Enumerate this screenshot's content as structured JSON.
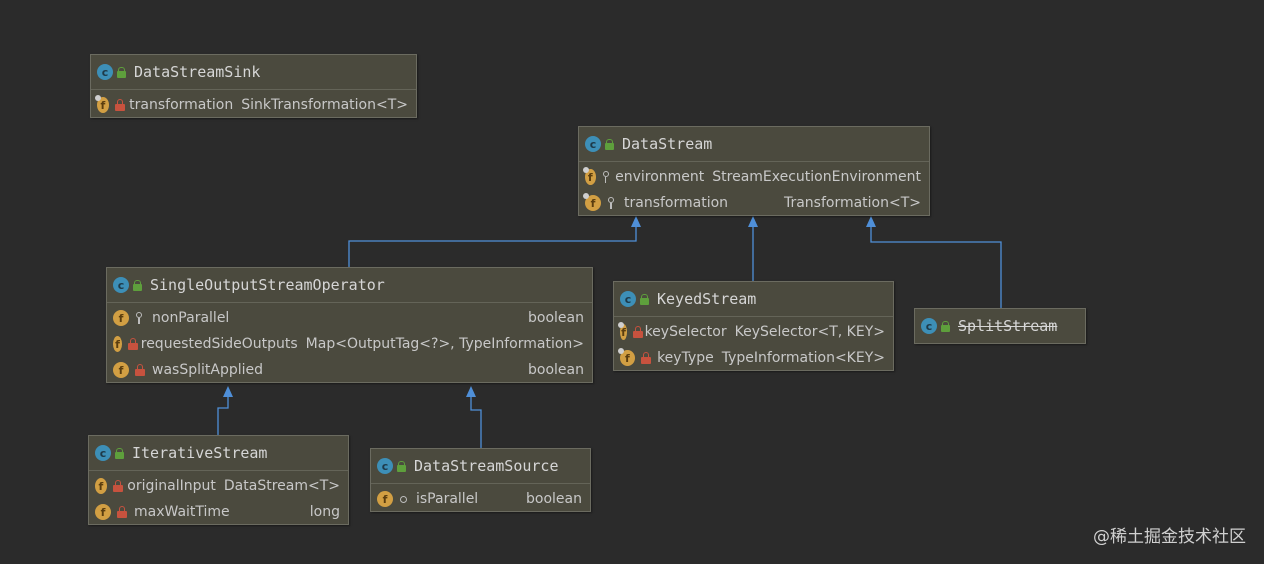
{
  "diagram": {
    "classes": {
      "data_stream_sink": {
        "name": "DataStreamSink",
        "fields": [
          {
            "name": "transformation",
            "type": "SinkTransformation<T>",
            "visibility": "private"
          }
        ]
      },
      "data_stream": {
        "name": "DataStream",
        "fields": [
          {
            "name": "environment",
            "type": "StreamExecutionEnvironment",
            "visibility": "protected"
          },
          {
            "name": "transformation",
            "type": "Transformation<T>",
            "visibility": "protected"
          }
        ]
      },
      "single_output_stream_operator": {
        "name": "SingleOutputStreamOperator",
        "fields": [
          {
            "name": "nonParallel",
            "type": "boolean",
            "visibility": "protected"
          },
          {
            "name": "requestedSideOutputs",
            "type": "Map<OutputTag<?>, TypeInformation>",
            "visibility": "private"
          },
          {
            "name": "wasSplitApplied",
            "type": "boolean",
            "visibility": "private"
          }
        ]
      },
      "keyed_stream": {
        "name": "KeyedStream",
        "fields": [
          {
            "name": "keySelector",
            "type": "KeySelector<T, KEY>",
            "visibility": "private"
          },
          {
            "name": "keyType",
            "type": "TypeInformation<KEY>",
            "visibility": "private"
          }
        ]
      },
      "split_stream": {
        "name": "SplitStream",
        "deprecated": true,
        "fields": []
      },
      "iterative_stream": {
        "name": "IterativeStream",
        "fields": [
          {
            "name": "originalInput",
            "type": "DataStream<T>",
            "visibility": "private"
          },
          {
            "name": "maxWaitTime",
            "type": "long",
            "visibility": "private"
          }
        ]
      },
      "data_stream_source": {
        "name": "DataStreamSource",
        "fields": [
          {
            "name": "isParallel",
            "type": "boolean",
            "visibility": "package"
          }
        ]
      }
    },
    "inheritance": [
      {
        "child": "SingleOutputStreamOperator",
        "parent": "DataStream"
      },
      {
        "child": "KeyedStream",
        "parent": "DataStream"
      },
      {
        "child": "SplitStream",
        "parent": "DataStream"
      },
      {
        "child": "IterativeStream",
        "parent": "SingleOutputStreamOperator"
      },
      {
        "child": "DataStreamSource",
        "parent": "SingleOutputStreamOperator"
      }
    ],
    "icons": {
      "class": "class-icon",
      "field": "field-icon",
      "public": "public-lock-icon",
      "private": "private-lock-icon",
      "protected": "protected-key-icon",
      "package": "package-dot-icon"
    },
    "colors": {
      "background": "#2b2b2b",
      "box_fill": "#4b4a3e",
      "arrow": "#4f8fd8"
    }
  },
  "watermark": "@稀土掘金技术社区"
}
